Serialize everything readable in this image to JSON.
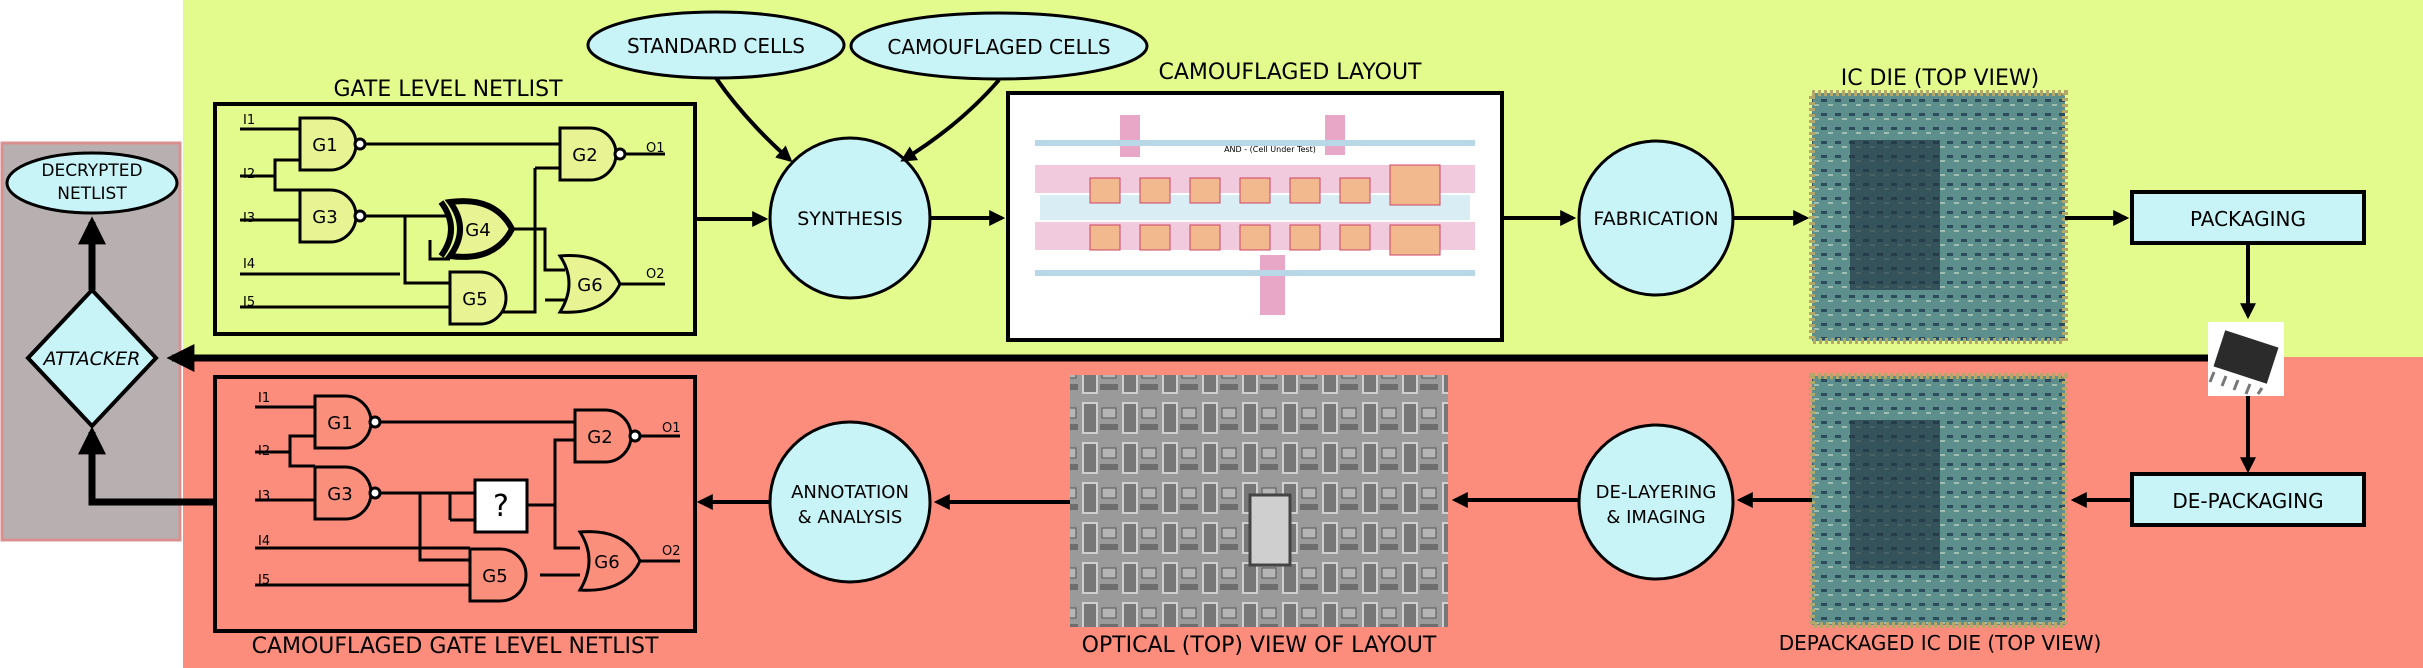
{
  "colors": {
    "top_band": "#e3fb8c",
    "bottom_band": "#fc8d7c",
    "left_panel": "#b8b0b0",
    "left_border": "#d89090",
    "node_fill": "#c8f4f8",
    "gate_top": "#e8f394",
    "gate_bottom": "#fa8f7c"
  },
  "nodes": {
    "standard_cells": "STANDARD CELLS",
    "camouflaged_cells": "CAMOUFLAGED CELLS",
    "synthesis": "SYNTHESIS",
    "fabrication": "FABRICATION",
    "packaging": "PACKAGING",
    "depackaging": "DE-PACKAGING",
    "delayering_1": "DE-LAYERING",
    "delayering_2": "& IMAGING",
    "annotation_1": "ANNOTATION",
    "annotation_2": "& ANALYSIS",
    "attacker": "ATTACKER",
    "decrypted_1": "DECRYPTED",
    "decrypted_2": "NETLIST"
  },
  "titles": {
    "gate_level_netlist": "GATE LEVEL NETLIST",
    "camouflaged_layout": "CAMOUFLAGED LAYOUT",
    "ic_die_top": "IC DIE (TOP VIEW)",
    "camouflaged_gate_netlist": "CAMOUFLAGED GATE LEVEL NETLIST",
    "optical_view": "OPTICAL (TOP) VIEW OF LAYOUT",
    "depackaged_die": "DEPACKAGED IC DIE (TOP VIEW)"
  },
  "netlist": {
    "inputs": [
      "I1",
      "I2",
      "I3",
      "I4",
      "I5"
    ],
    "outputs": [
      "O1",
      "O2"
    ],
    "gates": [
      "G1",
      "G2",
      "G3",
      "G4",
      "G5",
      "G6"
    ],
    "unknown_gate": "?"
  },
  "layout_label": "AND - (Cell Under Test)"
}
